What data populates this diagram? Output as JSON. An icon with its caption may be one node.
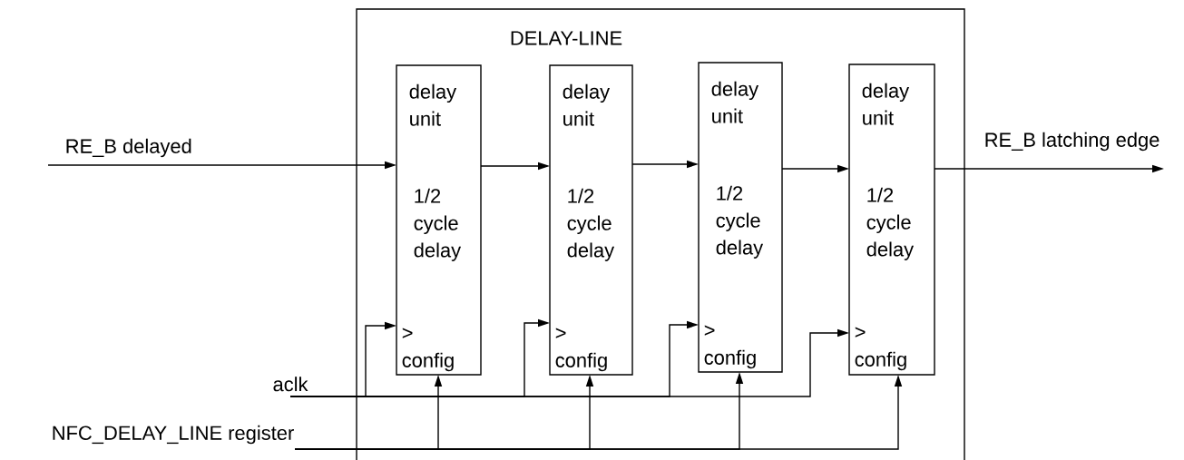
{
  "diagram": {
    "nodes": [
      {
        "text": [
          "DELAY-LINE"
        ]
      },
      {
        "text": [
          "delay unit",
          "1/2 cycle delay",
          ">",
          "config"
        ],
        "in": 0
      },
      {
        "text": [
          "delay unit",
          "1/2 cycle delay",
          ">",
          "config"
        ],
        "in": 0
      },
      {
        "text": [
          "delay unit",
          "1/2 cycle delay",
          ">",
          "config"
        ],
        "in": 0
      },
      {
        "text": [
          "delay unit",
          "1/2 cycle delay",
          ">",
          "config"
        ],
        "in": 0
      },
      {
        "text": [
          "aclk"
        ]
      },
      {
        "text": [
          "NFC_DELAY_LINE register"
        ]
      }
    ],
    "edges": [
      {
        "from": null,
        "to": 1,
        "arrow": "to",
        "label": "RE_B delayed"
      },
      {
        "from": 1,
        "to": 2,
        "arrow": "to"
      },
      {
        "from": 2,
        "to": 3,
        "arrow": "to"
      },
      {
        "from": 3,
        "to": 4,
        "arrow": "to"
      },
      {
        "from": 4,
        "to": null,
        "arrow": "to",
        "label": "RE_B latching edge"
      },
      {
        "from": 5,
        "to": 1,
        "arrow": "to"
      },
      {
        "from": 5,
        "to": 2,
        "arrow": "to"
      },
      {
        "from": 5,
        "to": 3,
        "arrow": "to"
      },
      {
        "from": 5,
        "to": 4,
        "arrow": "to"
      },
      {
        "from": 6,
        "to": 1,
        "arrow": "to"
      },
      {
        "from": 6,
        "to": 2,
        "arrow": "to"
      },
      {
        "from": 6,
        "to": 3,
        "arrow": "to"
      },
      {
        "from": 6,
        "to": 4,
        "arrow": "to"
      }
    ]
  }
}
